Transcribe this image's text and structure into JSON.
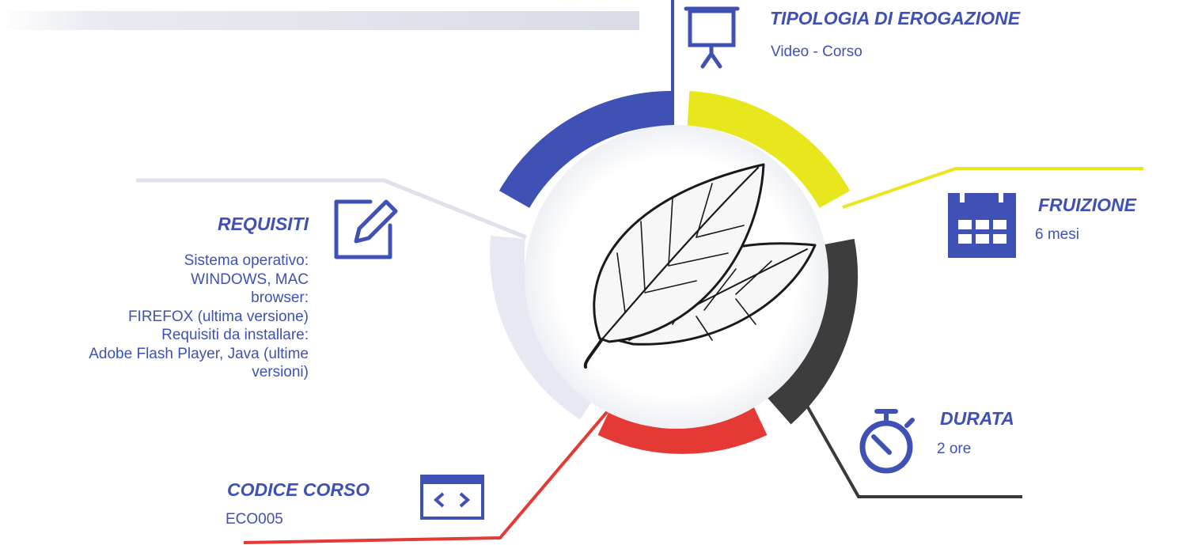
{
  "colors": {
    "accent": "#3f51b5",
    "blue": "#3f51b5",
    "yellow": "#e8e61c",
    "dark": "#3d3d3d",
    "red": "#e53935",
    "light": "#e4e7ef",
    "connector_gray": "#d8dbe6"
  },
  "tipologia": {
    "title": "TIPOLOGIA DI EROGAZIONE",
    "text": "Video - Corso",
    "icon": "presentation-board-icon"
  },
  "fruizione": {
    "title": "FRUIZIONE",
    "text": "6 mesi",
    "icon": "calendar-icon"
  },
  "requisiti": {
    "title": "REQUISITI",
    "lines": [
      "Sistema operativo:",
      "WINDOWS, MAC",
      "browser:",
      "FIREFOX (ultima versione)",
      "Requisiti da installare:",
      "Adobe Flash Player, Java (ultime",
      "versioni)"
    ],
    "icon": "edit-pencil-icon"
  },
  "durata": {
    "title": "DURATA",
    "text": "2 ore",
    "icon": "stopwatch-icon"
  },
  "codice": {
    "title": "CODICE CORSO",
    "text": "ECO005",
    "icon": "code-window-icon"
  },
  "center": {
    "icon": "leaves-illustration-icon"
  }
}
